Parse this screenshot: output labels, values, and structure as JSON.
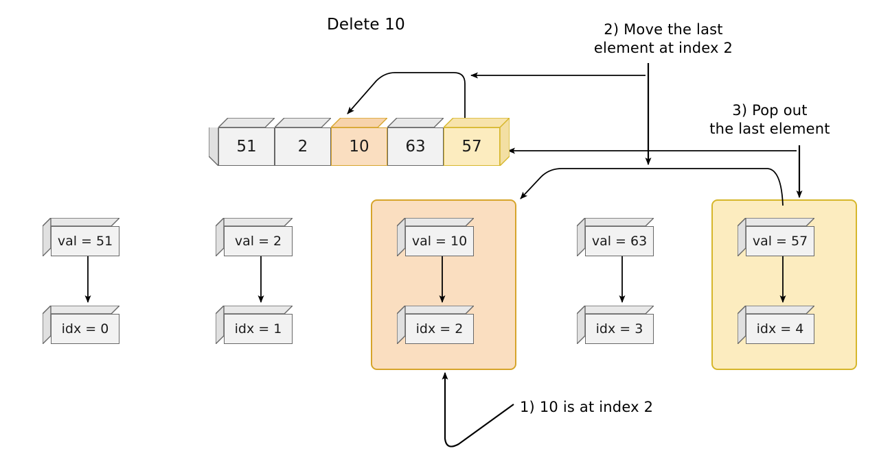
{
  "diagram": {
    "title": "Delete 10",
    "type": "array-deletion-steps",
    "annotations": [
      {
        "id": "step1",
        "text": "1) 10 is at index 2"
      },
      {
        "id": "step2",
        "text": "2) Move the last\nelement at index 2"
      },
      {
        "id": "step3",
        "text": "3) Pop out\nthe last element"
      }
    ],
    "array": {
      "label": "array",
      "cells": [
        {
          "index": 0,
          "value": "51",
          "highlight": "none"
        },
        {
          "index": 1,
          "value": "2",
          "highlight": "none"
        },
        {
          "index": 2,
          "value": "10",
          "highlight": "orange"
        },
        {
          "index": 3,
          "value": "63",
          "highlight": "none"
        },
        {
          "index": 4,
          "value": "57",
          "highlight": "yellow"
        }
      ]
    },
    "nodes": [
      {
        "val": "val = 51",
        "idx": "idx = 0",
        "highlight": "none"
      },
      {
        "val": "val = 2",
        "idx": "idx = 1",
        "highlight": "none"
      },
      {
        "val": "val = 10",
        "idx": "idx = 2",
        "highlight": "orange"
      },
      {
        "val": "val = 63",
        "idx": "idx = 3",
        "highlight": "none"
      },
      {
        "val": "val = 57",
        "idx": "idx = 4",
        "highlight": "yellow"
      }
    ],
    "colors": {
      "orange_fill": "#fadec0",
      "orange_border": "#d6a42a",
      "yellow_fill": "#fcecbf",
      "yellow_border": "#d6b62a",
      "box_fill": "#f2f2f2",
      "box_border": "#666666",
      "arrow": "#000000",
      "text": "#000000",
      "background": "#ffffff"
    }
  }
}
